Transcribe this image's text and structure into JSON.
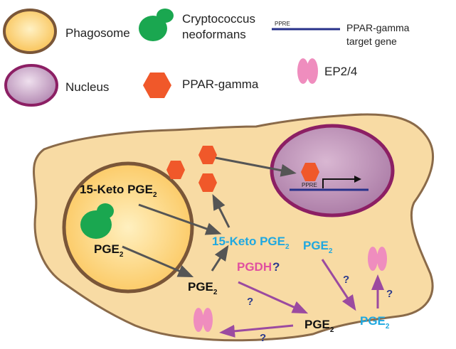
{
  "legend": {
    "phagosome": "Phagosome",
    "crypto_line1": "Cryptococcus",
    "crypto_line2": "neoformans",
    "ppre_small": "PPRE",
    "target_line1": "PPAR-gamma",
    "target_line2": "target gene",
    "nucleus": "Nucleus",
    "ppar": "PPAR-gamma",
    "ep": "EP2/4"
  },
  "labels": {
    "keto_pge2_phagosome": {
      "text": "15-Keto PGE",
      "sub": "2"
    },
    "pge2_phagosome": {
      "text": "PGE",
      "sub": "2"
    },
    "keto_pge2_center": {
      "text": "15-Keto PGE",
      "sub": "2"
    },
    "pgdh": "PGDH",
    "pgdh_q": "?",
    "pge2_center": {
      "text": "PGE",
      "sub": "2"
    },
    "pge2_bottom": {
      "text": "PGE",
      "sub": "2"
    },
    "pge2_right_top": {
      "text": "PGE",
      "sub": "2"
    },
    "pge2_right_bottom": {
      "text": "PGE",
      "sub": "2"
    },
    "ppre_nucleus": "PPRE",
    "q1": "?",
    "q2": "?",
    "q3": "?",
    "q4": "?"
  },
  "colors": {
    "cell_fill": "#f8dba4",
    "cell_stroke": "#8a6a49",
    "phagosome_fill": "#fcc95f",
    "phagosome_stroke": "#7a5638",
    "nucleus_fill": "#b58ab2",
    "nucleus_stroke": "#8c1f64",
    "crypto": "#1aa750",
    "ppar": "#f0582a",
    "receptor": "#ef8dbe",
    "gene_line": "#27318a",
    "arrow_gray": "#555555",
    "arrow_purple": "#9b4aa0",
    "cyan_text": "#1fa8e0",
    "pink_text": "#e050a0",
    "q_blue": "#2b3a8c"
  }
}
